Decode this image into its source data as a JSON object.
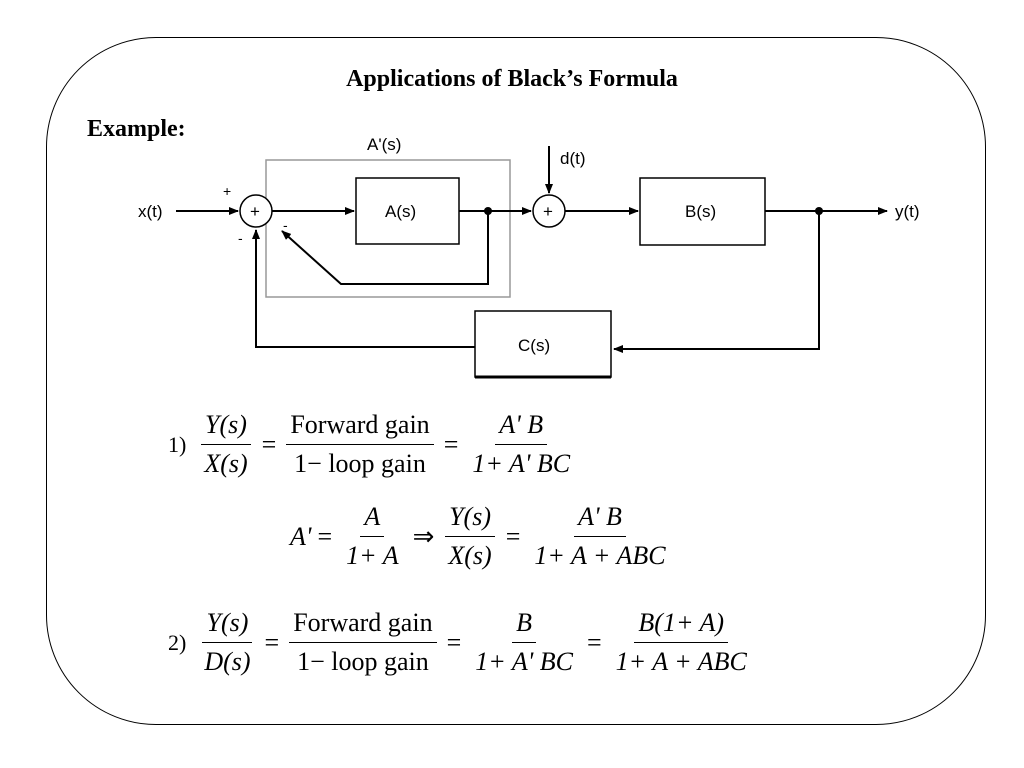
{
  "title": "Applications of Black’s Formula",
  "example_label": "Example:",
  "diagram": {
    "label_aprime": "A'(s)",
    "label_a": "A(s)",
    "label_b": "B(s)",
    "label_c": "C(s)",
    "label_x": "x(t)",
    "label_y": "y(t)",
    "label_d": "d(t)",
    "sum_symbol": "+",
    "sign_plus": "+",
    "sign_minus": "-"
  },
  "equations": {
    "eq1": {
      "number": "1)",
      "lhs_num": "Y(s)",
      "lhs_den": "X(s)",
      "mid_num": "Forward gain",
      "mid_den": "1− loop gain",
      "rhs_num": "A' B",
      "rhs_den": "1+ A' BC"
    },
    "eq1b": {
      "lhs": "A'",
      "frac_num": "A",
      "frac_den": "1+ A",
      "implies": "⇒",
      "ratio_num": "Y(s)",
      "ratio_den": "X(s)",
      "rhs_num": "A' B",
      "rhs_den": "1+ A + ABC"
    },
    "eq2": {
      "number": "2)",
      "lhs_num": "Y(s)",
      "lhs_den": "D(s)",
      "mid_num": "Forward gain",
      "mid_den": "1− loop gain",
      "r1_num": "B",
      "r1_den": "1+ A' BC",
      "r2_num": "B(1+ A)",
      "r2_den": "1+ A + ABC"
    },
    "equals": "="
  }
}
